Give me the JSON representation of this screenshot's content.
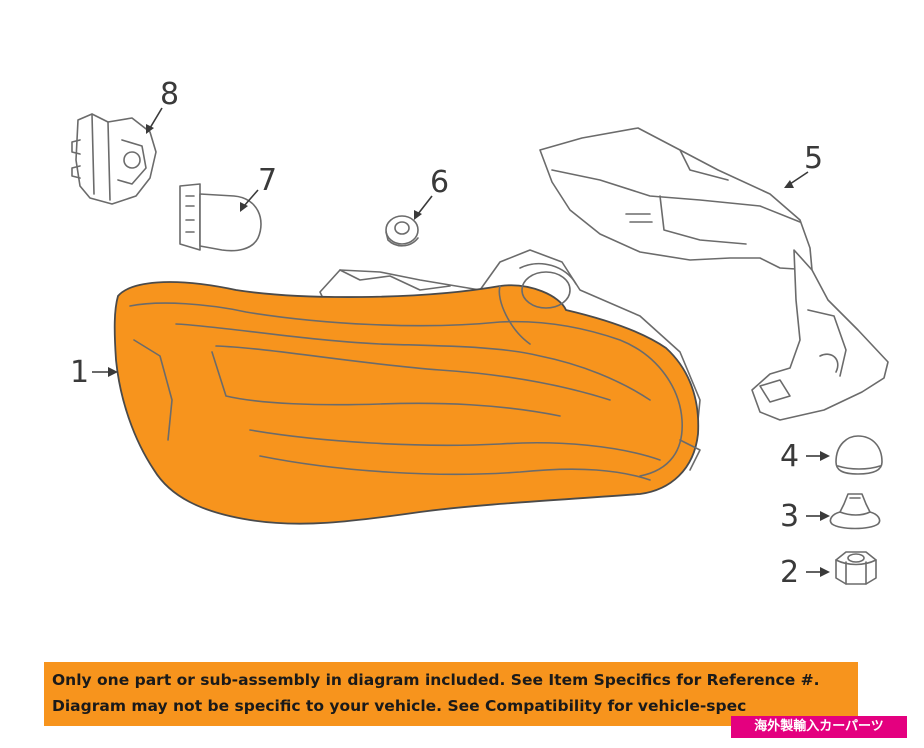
{
  "callouts": {
    "c1": "1",
    "c2": "2",
    "c3": "3",
    "c4": "4",
    "c5": "5",
    "c6": "6",
    "c7": "7",
    "c8": "8"
  },
  "colors": {
    "lamp_lens": "#f7941d",
    "banner_bg": "#f7941d",
    "watermark_bg": "#e4007f"
  },
  "banner": {
    "line1": "Only one part or sub-assembly in diagram included. See Item Specifics for Reference #.",
    "line2": "Diagram may not be specific to your vehicle. See Compatibility for vehicle-spec"
  },
  "watermark": {
    "text": "海外製輸入カーパーツ"
  }
}
